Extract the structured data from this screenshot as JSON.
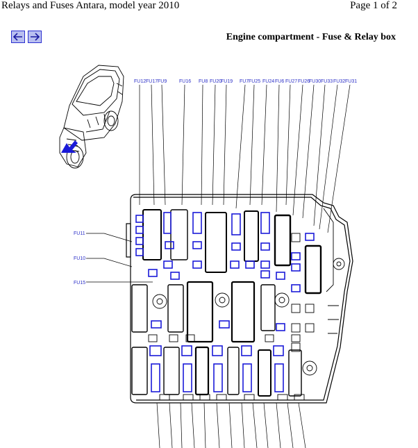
{
  "header": {
    "doc_title": "Relays and Fuses Antara, model year 2010",
    "page_indicator": "Page 1 of 2"
  },
  "navigation": {
    "back_icon": "arrow-left-icon",
    "forward_icon": "arrow-right-icon"
  },
  "section_title": "Engine compartment - Fuse & Relay box",
  "diagram": {
    "top_labels": [
      "FU12",
      "FU17",
      "FU9",
      "FU16",
      "FU8",
      "FU20",
      "FU19",
      "FU7",
      "FU25",
      "FU24",
      "FU6",
      "FU27",
      "FU26",
      "FU30",
      "FU33",
      "FU32",
      "FU31"
    ],
    "left_labels": [
      "FU11",
      "FU10",
      "FU15"
    ]
  },
  "colors": {
    "label_blue": "#2b2fc8",
    "fuse_blue": "#1a1ad8",
    "nav_fill": "#b9bff0"
  }
}
